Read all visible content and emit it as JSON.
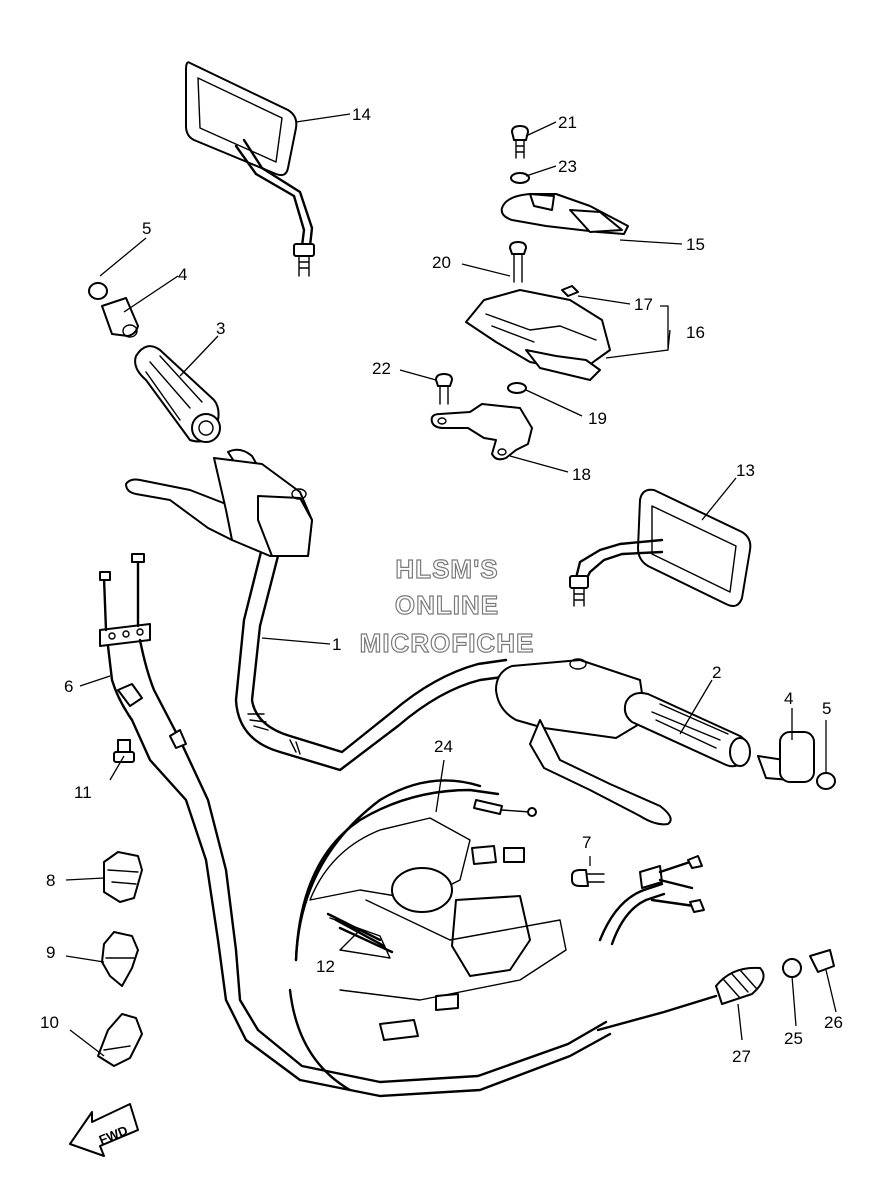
{
  "watermark": {
    "line1": "HLSM'S",
    "line2": "ONLINE",
    "line3": "MICROFICHE"
  },
  "direction_label": "FWD",
  "callouts": {
    "c1": "1",
    "c2": "2",
    "c3": "3",
    "c4a": "4",
    "c4b": "4",
    "c5a": "5",
    "c5b": "5",
    "c6": "6",
    "c7": "7",
    "c8": "8",
    "c9": "9",
    "c10": "10",
    "c11": "11",
    "c12": "12",
    "c13": "13",
    "c14": "14",
    "c15": "15",
    "c16": "16",
    "c17": "17",
    "c18": "18",
    "c19": "19",
    "c20": "20",
    "c21": "21",
    "c22": "22",
    "c23": "23",
    "c24": "24",
    "c25": "25",
    "c26": "26",
    "c27": "27"
  }
}
